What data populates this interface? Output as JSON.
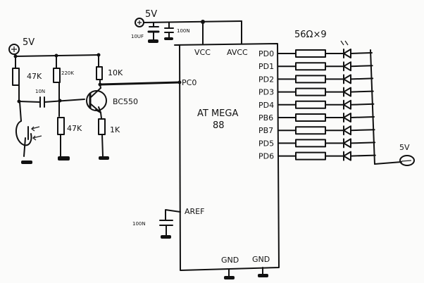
{
  "title": "ATmega88 LED driver with phototransistor amplifier (hand-drawn schematic)",
  "power": {
    "left_supply": "5V",
    "top_supply": "5V",
    "right_supply": "5V"
  },
  "amplifier": {
    "r1": "47K",
    "r2": "220K",
    "r3": "10K",
    "r4": "47K",
    "r5": "1K",
    "coupling_cap": "10N",
    "transistor": "BC550"
  },
  "decoupling": {
    "c1": "10UF",
    "c2": "100N",
    "aref_cap": "100N"
  },
  "mcu": {
    "name_line1": "AT MEGA",
    "name_line2": "88",
    "pins": {
      "vcc": "VCC",
      "avcc": "AVCC",
      "pc0": "PC0",
      "aref": "AREF",
      "gnd1": "GND",
      "gnd2": "GND"
    },
    "port_pins": [
      "PD0",
      "PD1",
      "PD2",
      "PD3",
      "PD4",
      "PB6",
      "PB7",
      "PD5",
      "PD6"
    ]
  },
  "led_array": {
    "resistor_label": "56Ω×9"
  }
}
